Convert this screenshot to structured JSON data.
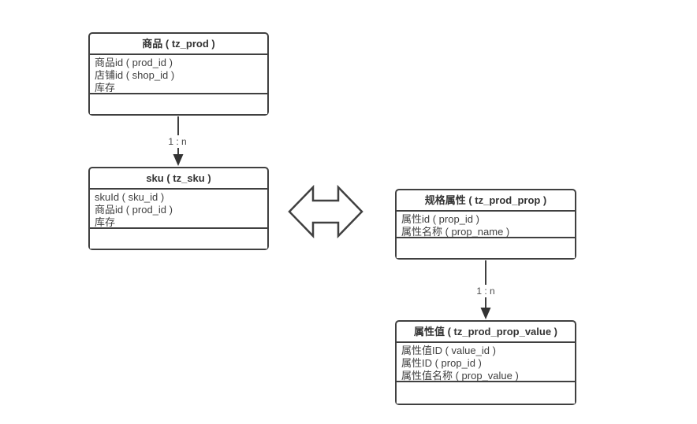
{
  "diagram": {
    "entities": [
      {
        "id": "prod",
        "title": "商品 ( tz_prod )",
        "fields": [
          "商品id ( prod_id )",
          "店铺id ( shop_id )",
          "库存"
        ]
      },
      {
        "id": "sku",
        "title": "sku ( tz_sku )",
        "fields": [
          "skuId ( sku_id )",
          "商品id ( prod_id )",
          "库存"
        ]
      },
      {
        "id": "prod_prop",
        "title": "规格属性 ( tz_prod_prop )",
        "fields": [
          "属性id ( prop_id )",
          "属性名称 ( prop_name )"
        ]
      },
      {
        "id": "prod_prop_value",
        "title": "属性值 ( tz_prod_prop_value )",
        "fields": [
          "属性值ID ( value_id )",
          "属性ID ( prop_id )",
          "属性值名称 ( prop_value )"
        ]
      }
    ],
    "edges": [
      {
        "from": "商品 ( tz_prod )",
        "to": "sku ( tz_sku )",
        "label": "1 : n"
      },
      {
        "from": "规格属性 ( tz_prod_prop )",
        "to": "属性值 ( tz_prod_prop_value )",
        "label": "1 : n"
      }
    ],
    "colors": {
      "border": "#404040",
      "text": "#404040",
      "background": "#ffffff"
    }
  }
}
